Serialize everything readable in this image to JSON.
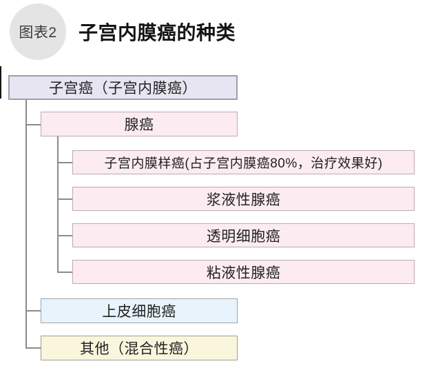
{
  "figure": {
    "badge_label": "图表2",
    "title": "子宫内膜癌的种类"
  },
  "tree": {
    "root": {
      "label": "子宫癌（子宫内膜癌）",
      "fill": "#e6e5f1",
      "border": "#9d9dab"
    },
    "branches": [
      {
        "label": "腺癌",
        "fill": "#fcecf2",
        "border": "#b9aab2",
        "children": [
          {
            "label": "子宫内膜样癌(占子宫内膜癌80%，治疗效果好)"
          },
          {
            "label": "浆液性腺癌"
          },
          {
            "label": "透明细胞癌"
          },
          {
            "label": "粘液性腺癌"
          }
        ]
      },
      {
        "label": "上皮细胞癌",
        "fill": "#e8f3fb",
        "border": "#9aa5ab"
      },
      {
        "label": "其他（混合性癌）",
        "fill": "#faf6dd",
        "border": "#a29d8d"
      }
    ]
  },
  "colors": {
    "badge_fill": "#e4e4e4",
    "connector": "#8a8a8a",
    "title_text": "#141414",
    "node_text": "#222222",
    "background": "#ffffff"
  }
}
